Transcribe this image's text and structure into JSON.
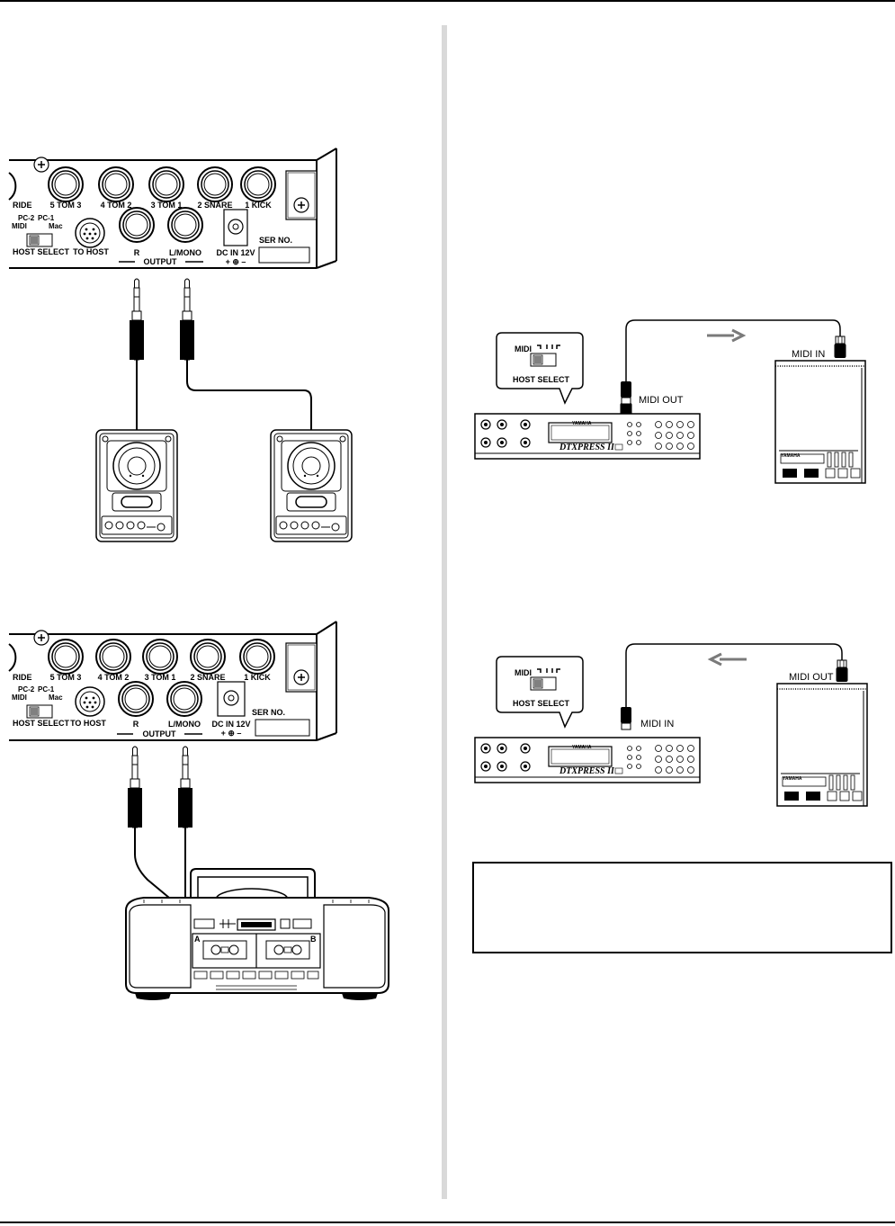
{
  "panel": {
    "jacks_top": [
      "RIDE",
      "5 TOM 3",
      "4 TOM 2",
      "3 TOM 1",
      "2 SNARE",
      "1 KICK"
    ],
    "host_select_label": "HOST SELECT",
    "pc2": "PC-2",
    "pc1": "PC-1",
    "midi_mac": [
      "MIDI",
      "Mac"
    ],
    "to_host": "TO HOST",
    "output_r": "R",
    "output_lmono": "L/MONO",
    "output": "OUTPUT",
    "dc_in": "DC IN 12V",
    "dc_polarity": "+ ⊕ –",
    "ser_no": "SER NO."
  },
  "boombox": {
    "deck_a": "A",
    "deck_b": "B"
  },
  "midi_setup_1": {
    "switch_label": "MIDI",
    "host_select": "HOST SELECT",
    "port_dtx": "MIDI OUT",
    "port_ext": "MIDI IN",
    "dtx_brand": "YAMAHA",
    "dtx_model": "DTXPRESS II",
    "ext_brand": "YAMAHA"
  },
  "midi_setup_2": {
    "switch_label": "MIDI",
    "host_select": "HOST SELECT",
    "port_dtx": "MIDI IN",
    "port_ext": "MIDI OUT",
    "dtx_brand": "YAMAHA",
    "dtx_model": "DTXPRESS II",
    "ext_brand": "YAMAHA"
  }
}
